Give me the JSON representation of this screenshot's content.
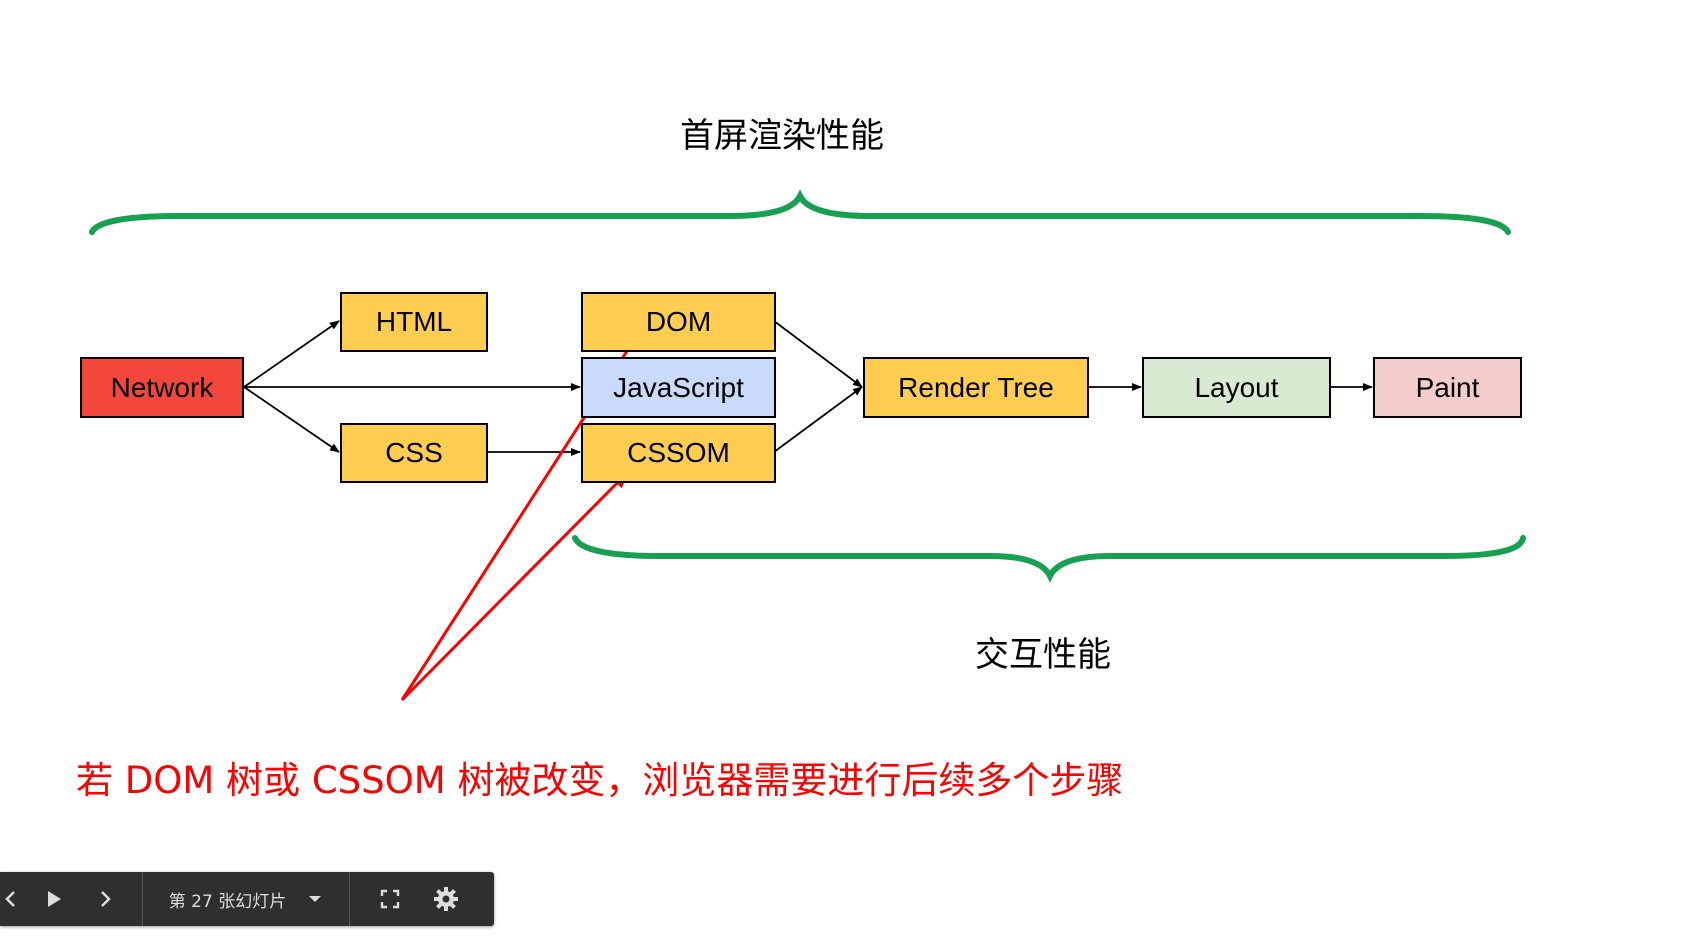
{
  "slide": {
    "title_top": "首屏渲染性能",
    "title_bottom": "交互性能",
    "caption": "若 DOM 树或 CSSOM 树被改变，浏览器需要进行后续多个步骤",
    "nodes": {
      "network": "Network",
      "html": "HTML",
      "css": "CSS",
      "dom": "DOM",
      "javascript": "JavaScript",
      "cssom": "CSSOM",
      "render_tree": "Render Tree",
      "layout": "Layout",
      "paint": "Paint"
    },
    "colors": {
      "brace": "#16a050",
      "annotation": "#ff0000",
      "network": "#f3463c",
      "yellow": "#ffcd4f",
      "javascript": "#c9dafa",
      "layout": "#d9ead3",
      "paint": "#f3cccc"
    }
  },
  "toolbar": {
    "prev_icon": "chevron-left-icon",
    "play_icon": "play-icon",
    "next_icon": "chevron-right-icon",
    "slide_label": "第 27 张幻灯片",
    "dropdown_icon": "caret-down-icon",
    "fullscreen_icon": "fullscreen-icon",
    "settings_icon": "gear-icon"
  }
}
